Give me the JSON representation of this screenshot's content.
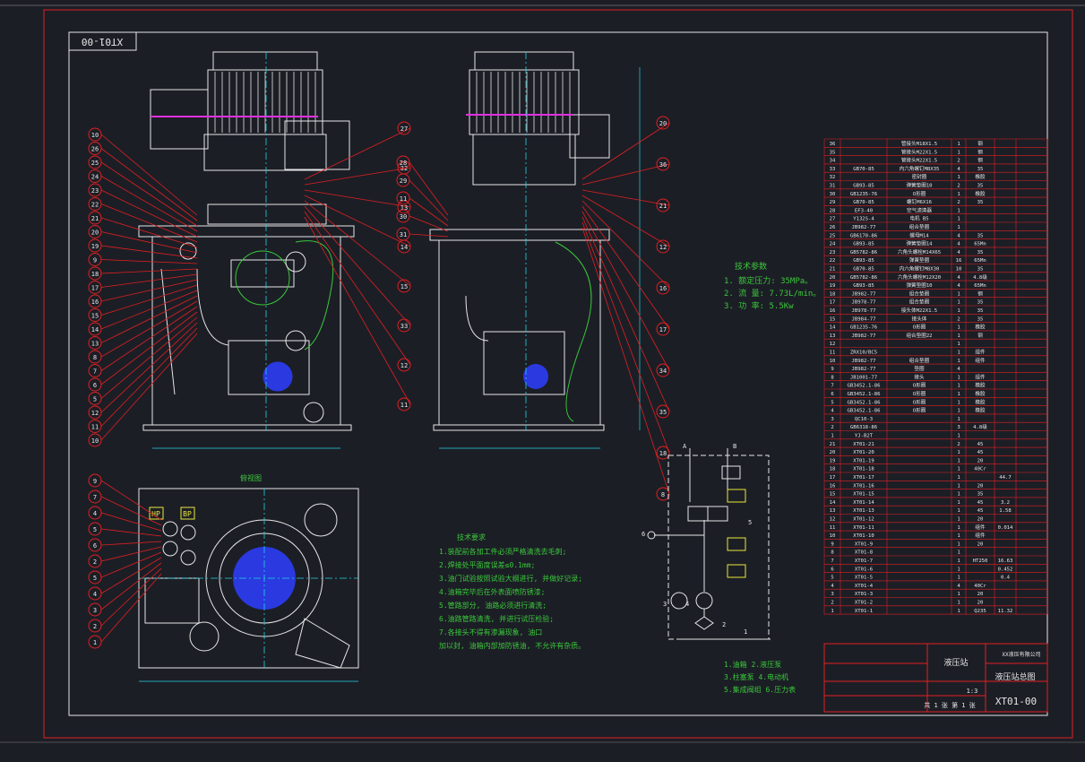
{
  "drawing": {
    "code_top": "XT01-00",
    "code_bottom": "XT01-00",
    "title_main": "液压站",
    "title_sub": "液压站总图",
    "scale": "1:3",
    "sheet": "共 1 张 第 1 张",
    "company": "XX液压有限公司"
  },
  "tech_params": {
    "heading": "技术参数",
    "lines": [
      "1. 额定压力: 35MPa。",
      "2. 流 量: 7.73L/min。",
      "3. 功 率: 5.5Kw"
    ]
  },
  "tech_req": {
    "heading": "技术要求",
    "lines": [
      "1.装配前各加工件必须严格清洗去毛刺;",
      "2.焊接处平面度误差≤0.1mm;",
      "3.油门试验按照试验大纲进行, 并做好记录;",
      "4.油箱完毕后在外表面喷防锈漆;",
      "5.管路部分, 油路必须进行清洗;",
      "6.油路管路清洗, 并进行试压检验;",
      "7.各接头不得有渗漏现象, 油口",
      "  加以封, 油箱内部加防锈油, 不允许有杂质。"
    ]
  },
  "legend": {
    "lines": [
      "1.油箱  2.液压泵",
      "3.柱塞泵  4.电动机",
      "5.集成阀组  6.压力表"
    ]
  },
  "badges": {
    "hp": "HP",
    "bp": "BP"
  },
  "view_label": "俯视图",
  "balloons_front_left": [
    "10",
    "26",
    "25",
    "24",
    "23",
    "22",
    "21",
    "20",
    "19",
    "9",
    "18",
    "17",
    "16",
    "15",
    "14",
    "13",
    "8",
    "7",
    "6",
    "5",
    "12",
    "11",
    "10"
  ],
  "balloons_front_right": [
    "27",
    "32",
    "13",
    "14",
    "15",
    "33",
    "12",
    "11"
  ],
  "balloons_side_left": [
    "28",
    "29",
    "11",
    "30",
    "31"
  ],
  "balloons_side_right": [
    "20",
    "36",
    "21",
    "12",
    "16",
    "17",
    "34",
    "35",
    "18",
    "8"
  ],
  "balloons_top": [
    "9",
    "7",
    "4",
    "5",
    "6",
    "2",
    "5",
    "4",
    "3",
    "2",
    "1"
  ],
  "schematic_labels": [
    "A",
    "B",
    "5",
    "6",
    "3",
    "4",
    "2",
    "1"
  ],
  "bom_rows": [
    [
      "36",
      "",
      "管接头M18X1.5",
      "1",
      "钢",
      ""
    ],
    [
      "35",
      "",
      "管接头M22X1.5",
      "1",
      "钢",
      ""
    ],
    [
      "34",
      "",
      "管接头M22X1.5",
      "2",
      "钢",
      ""
    ],
    [
      "33",
      "GB70-85",
      "内六角螺钉M8X35",
      "4",
      "35",
      ""
    ],
    [
      "32",
      "",
      "密封圈",
      "1",
      "橡胶",
      ""
    ],
    [
      "31",
      "GB93-85",
      "弹簧垫圈10",
      "2",
      "35",
      ""
    ],
    [
      "30",
      "GB1235-76",
      "O形圈",
      "1",
      "橡胶",
      ""
    ],
    [
      "29",
      "GB70-85",
      "螺钉M6X16",
      "2",
      "35",
      ""
    ],
    [
      "28",
      "EF3-40",
      "空气滤清器",
      "1",
      "",
      ""
    ],
    [
      "27",
      "Y132S-4",
      "电机 B5",
      "1",
      "",
      ""
    ],
    [
      "26",
      "JB982-77",
      "组合垫圈",
      "1",
      "",
      ""
    ],
    [
      "25",
      "GB6170-86",
      "螺母M14",
      "4",
      "35",
      ""
    ],
    [
      "24",
      "GB93-85",
      "弹簧垫圈14",
      "4",
      "65Mn",
      ""
    ],
    [
      "23",
      "GB5782-86",
      "六角头螺栓M14X65",
      "4",
      "35",
      ""
    ],
    [
      "22",
      "GB93-85",
      "弹簧垫圈",
      "16",
      "65Mn",
      ""
    ],
    [
      "21",
      "GB70-85",
      "内六角螺钉M8X30",
      "10",
      "35",
      ""
    ],
    [
      "20",
      "GB5782-86",
      "六角头螺栓M12X20",
      "4",
      "4.8级",
      ""
    ],
    [
      "19",
      "GB93-85",
      "弹簧垫圈10",
      "4",
      "65Mn",
      ""
    ],
    [
      "18",
      "JB982-77",
      "组合垫圈",
      "1",
      "钢",
      ""
    ],
    [
      "17",
      "JB978-77",
      "组合垫圈",
      "1",
      "35",
      ""
    ],
    [
      "16",
      "JB978-77",
      "接头体M22X1.5",
      "1",
      "35",
      ""
    ],
    [
      "15",
      "JB984-77",
      "接头体",
      "2",
      "35",
      ""
    ],
    [
      "14",
      "GB1235-76",
      "O形圈",
      "1",
      "橡胶",
      ""
    ],
    [
      "13",
      "JB982-77",
      "组合垫圈22",
      "1",
      "钢",
      ""
    ],
    [
      "12",
      "",
      "",
      "1",
      "",
      ""
    ],
    [
      "11",
      "ZRX10/BC5",
      "",
      "1",
      "组件",
      ""
    ],
    [
      "10",
      "JB982-77",
      "组合垫圈",
      "1",
      "组件",
      ""
    ],
    [
      "9",
      "JB982-77",
      "垫圈",
      "4",
      "",
      ""
    ],
    [
      "8",
      "JB1001-77",
      "接头",
      "1",
      "组件",
      ""
    ],
    [
      "7",
      "GB3452.1-86",
      "O形圈",
      "1",
      "橡胶",
      ""
    ],
    [
      "6",
      "GB3452.1-86",
      "O形圈",
      "1",
      "橡胶",
      ""
    ],
    [
      "5",
      "GB3452.1-86",
      "O形圈",
      "1",
      "橡胶",
      ""
    ],
    [
      "4",
      "GB3452.1-86",
      "O形圈",
      "1",
      "橡胶",
      ""
    ],
    [
      "3",
      "QC10-3",
      "",
      "1",
      "",
      ""
    ],
    [
      "2",
      "GB6318-86",
      "",
      "3",
      "4.8级",
      ""
    ],
    [
      "1",
      "YJ-B2T",
      "",
      "1",
      "",
      ""
    ],
    [
      "21",
      "XT01-21",
      "",
      "2",
      "45",
      ""
    ],
    [
      "20",
      "XT01-20",
      "",
      "1",
      "45",
      ""
    ],
    [
      "19",
      "XT01-19",
      "",
      "1",
      "20",
      ""
    ],
    [
      "18",
      "XT01-18",
      "",
      "1",
      "40Cr",
      ""
    ],
    [
      "17",
      "XT01-17",
      "",
      "1",
      "",
      "44.7"
    ],
    [
      "16",
      "XT01-16",
      "",
      "1",
      "20",
      ""
    ],
    [
      "15",
      "XT01-15",
      "",
      "1",
      "35",
      ""
    ],
    [
      "14",
      "XT01-14",
      "",
      "1",
      "45",
      "3.2"
    ],
    [
      "13",
      "XT01-13",
      "",
      "1",
      "45",
      "1.58"
    ],
    [
      "12",
      "XT01-12",
      "",
      "1",
      "20",
      ""
    ],
    [
      "11",
      "XT01-11",
      "",
      "1",
      "组件",
      "0.014"
    ],
    [
      "10",
      "XT01-10",
      "",
      "1",
      "组件",
      ""
    ],
    [
      "9",
      "XT01-9",
      "",
      "1",
      "20",
      ""
    ],
    [
      "8",
      "XT01-8",
      "",
      "1",
      "",
      ""
    ],
    [
      "7",
      "XT01-7",
      "",
      "1",
      "HT250",
      "16.63"
    ],
    [
      "6",
      "XT01-6",
      "",
      "1",
      "",
      "0.452"
    ],
    [
      "5",
      "XT01-5",
      "",
      "1",
      "",
      "0.4"
    ],
    [
      "4",
      "XT01-4",
      "",
      "4",
      "40Cr",
      ""
    ],
    [
      "3",
      "XT01-3",
      "",
      "1",
      "20",
      ""
    ],
    [
      "2",
      "XT01-2",
      "",
      "1",
      "20",
      ""
    ],
    [
      "1",
      "XT01-1",
      "",
      "1",
      "Q235",
      "11.32"
    ]
  ],
  "colors": {
    "bg": "#1c1e26",
    "line": "#e6e6e6",
    "red": "#e02020",
    "cyan": "#22d3e0",
    "green": "#3ac83a",
    "magenta": "#e030e0",
    "blue": "#2a3ae0",
    "yellow": "#e8e83a"
  }
}
